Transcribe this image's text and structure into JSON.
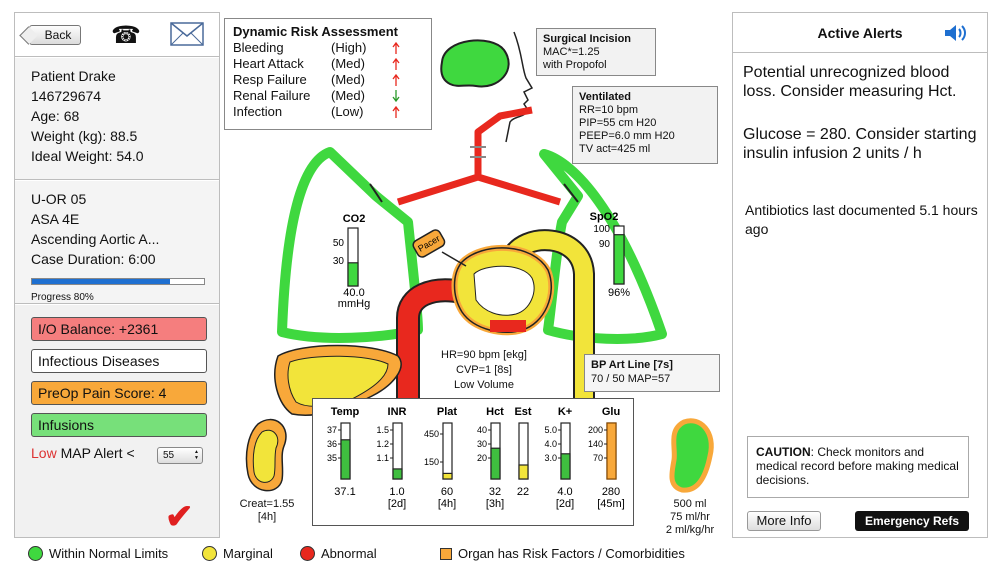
{
  "toolbar": {
    "back_label": "Back",
    "phone_icon": "phone-icon",
    "mail_icon": "mail-icon"
  },
  "patient": {
    "name": "Patient Drake",
    "id": "146729674",
    "age": "Age: 68",
    "weight": "Weight (kg): 88.5",
    "ideal_weight": "Ideal Weight: 54.0"
  },
  "case": {
    "room": "U-OR 05",
    "asa": "ASA 4E",
    "procedure": "Ascending Aortic A...",
    "duration": "Case Duration: 6:00",
    "progress_fraction": 0.8,
    "progress_label": "Progress 80%"
  },
  "actions": {
    "io_balance": "I/O Balance: +2361",
    "infectious": "Infectious Diseases",
    "preop_pain": "PreOp Pain Score: 4",
    "infusions": "Infusions",
    "map_low": "Low",
    "map_label": " MAP Alert < ",
    "map_value": "55"
  },
  "risk": {
    "title": "Dynamic Risk Assessment",
    "rows": [
      {
        "name": "Bleeding",
        "level": "(High)",
        "trend": "up"
      },
      {
        "name": "Heart Attack",
        "level": "(Med)",
        "trend": "up"
      },
      {
        "name": "Resp Failure",
        "level": "(Med)",
        "trend": "up"
      },
      {
        "name": "Renal Failure",
        "level": "(Med)",
        "trend": "down"
      },
      {
        "name": "Infection",
        "level": "(Low)",
        "trend": "up"
      }
    ]
  },
  "surgical": {
    "title": "Surgical Incision",
    "line1": "MAC*=1.25",
    "line2": "with Propofol"
  },
  "ventilated": {
    "title": "Ventilated",
    "rr": "RR=10 bpm",
    "pip": "PIP=55 cm H20",
    "peep": "PEEP=6.0 mm H20",
    "tv": "TV act=425 ml"
  },
  "co2": {
    "label": "CO2",
    "tick_high": "50",
    "tick_low": "30",
    "value": "40.0",
    "unit": "mmHg",
    "level": 0.4
  },
  "spo2": {
    "label": "SpO2",
    "tick_high": "100",
    "tick_low": "90",
    "value": "96%",
    "level": 0.85
  },
  "heart": {
    "pacer": "Pacer",
    "hr": "HR=90 bpm [ekg]",
    "cvp": "CVP=1 [8s]",
    "volume": "Low Volume"
  },
  "bp": {
    "title": "BP Art Line [7s]",
    "value": "70 / 50 MAP=57"
  },
  "kidney_left": {
    "creat": "Creat=1.55",
    "age": "[4h]"
  },
  "kidney_right": {
    "line1": "500 ml",
    "line2": "75 ml/hr",
    "line3": "2 ml/kg/hr"
  },
  "labs": [
    {
      "name": "Temp",
      "ticks": [
        "37",
        "36",
        "35"
      ],
      "value": "37.1",
      "age": "",
      "level": 0.7,
      "color": "#3fbf3f"
    },
    {
      "name": "INR",
      "ticks": [
        "1.5",
        "1.2",
        "1.1"
      ],
      "value": "1.0",
      "age": "[2d]",
      "level": 0.18,
      "color": "#3fbf3f"
    },
    {
      "name": "Plat",
      "ticks": [
        "450",
        "150"
      ],
      "value": "60",
      "age": "[4h]",
      "level": 0.1,
      "color": "#f2e43a"
    },
    {
      "name": "Hct",
      "ticks": [
        "40",
        "30",
        "20"
      ],
      "value": "32",
      "age": "[3h]",
      "level": 0.55,
      "color": "#3fbf3f"
    },
    {
      "name": "Est",
      "ticks": [],
      "value": "22",
      "age": "",
      "level": 0.25,
      "color": "#f2e43a"
    },
    {
      "name": "K+",
      "ticks": [
        "5.0",
        "4.0",
        "3.0"
      ],
      "value": "4.0",
      "age": "[2d]",
      "level": 0.45,
      "color": "#3fbf3f"
    },
    {
      "name": "Glu",
      "ticks": [
        "200",
        "140",
        "70"
      ],
      "value": "280",
      "age": "[45m]",
      "level": 1.0,
      "color": "#f8a83a"
    }
  ],
  "alerts": {
    "title": "Active Alerts",
    "a1": "Potential unrecognized blood loss. Consider measuring Hct.",
    "a2": "Glucose = 280. Consider starting insulin infusion 2 units / h",
    "a3": "Antibiotics last documented 5.1 hours ago",
    "caution_bold": "CAUTION",
    "caution_text": ": Check monitors and medical record before making medical decisions.",
    "more_info": "More Info",
    "emergency": "Emergency Refs"
  },
  "legend": {
    "normal": "Within Normal Limits",
    "marginal": "Marginal",
    "abnormal": "Abnormal",
    "risk": "Organ has Risk Factors / Comorbidities"
  },
  "colors": {
    "green": "#3fd83f",
    "yellow": "#f2e43a",
    "red": "#e8281e",
    "orange": "#f8a83a",
    "blue": "#1e6fd0"
  }
}
